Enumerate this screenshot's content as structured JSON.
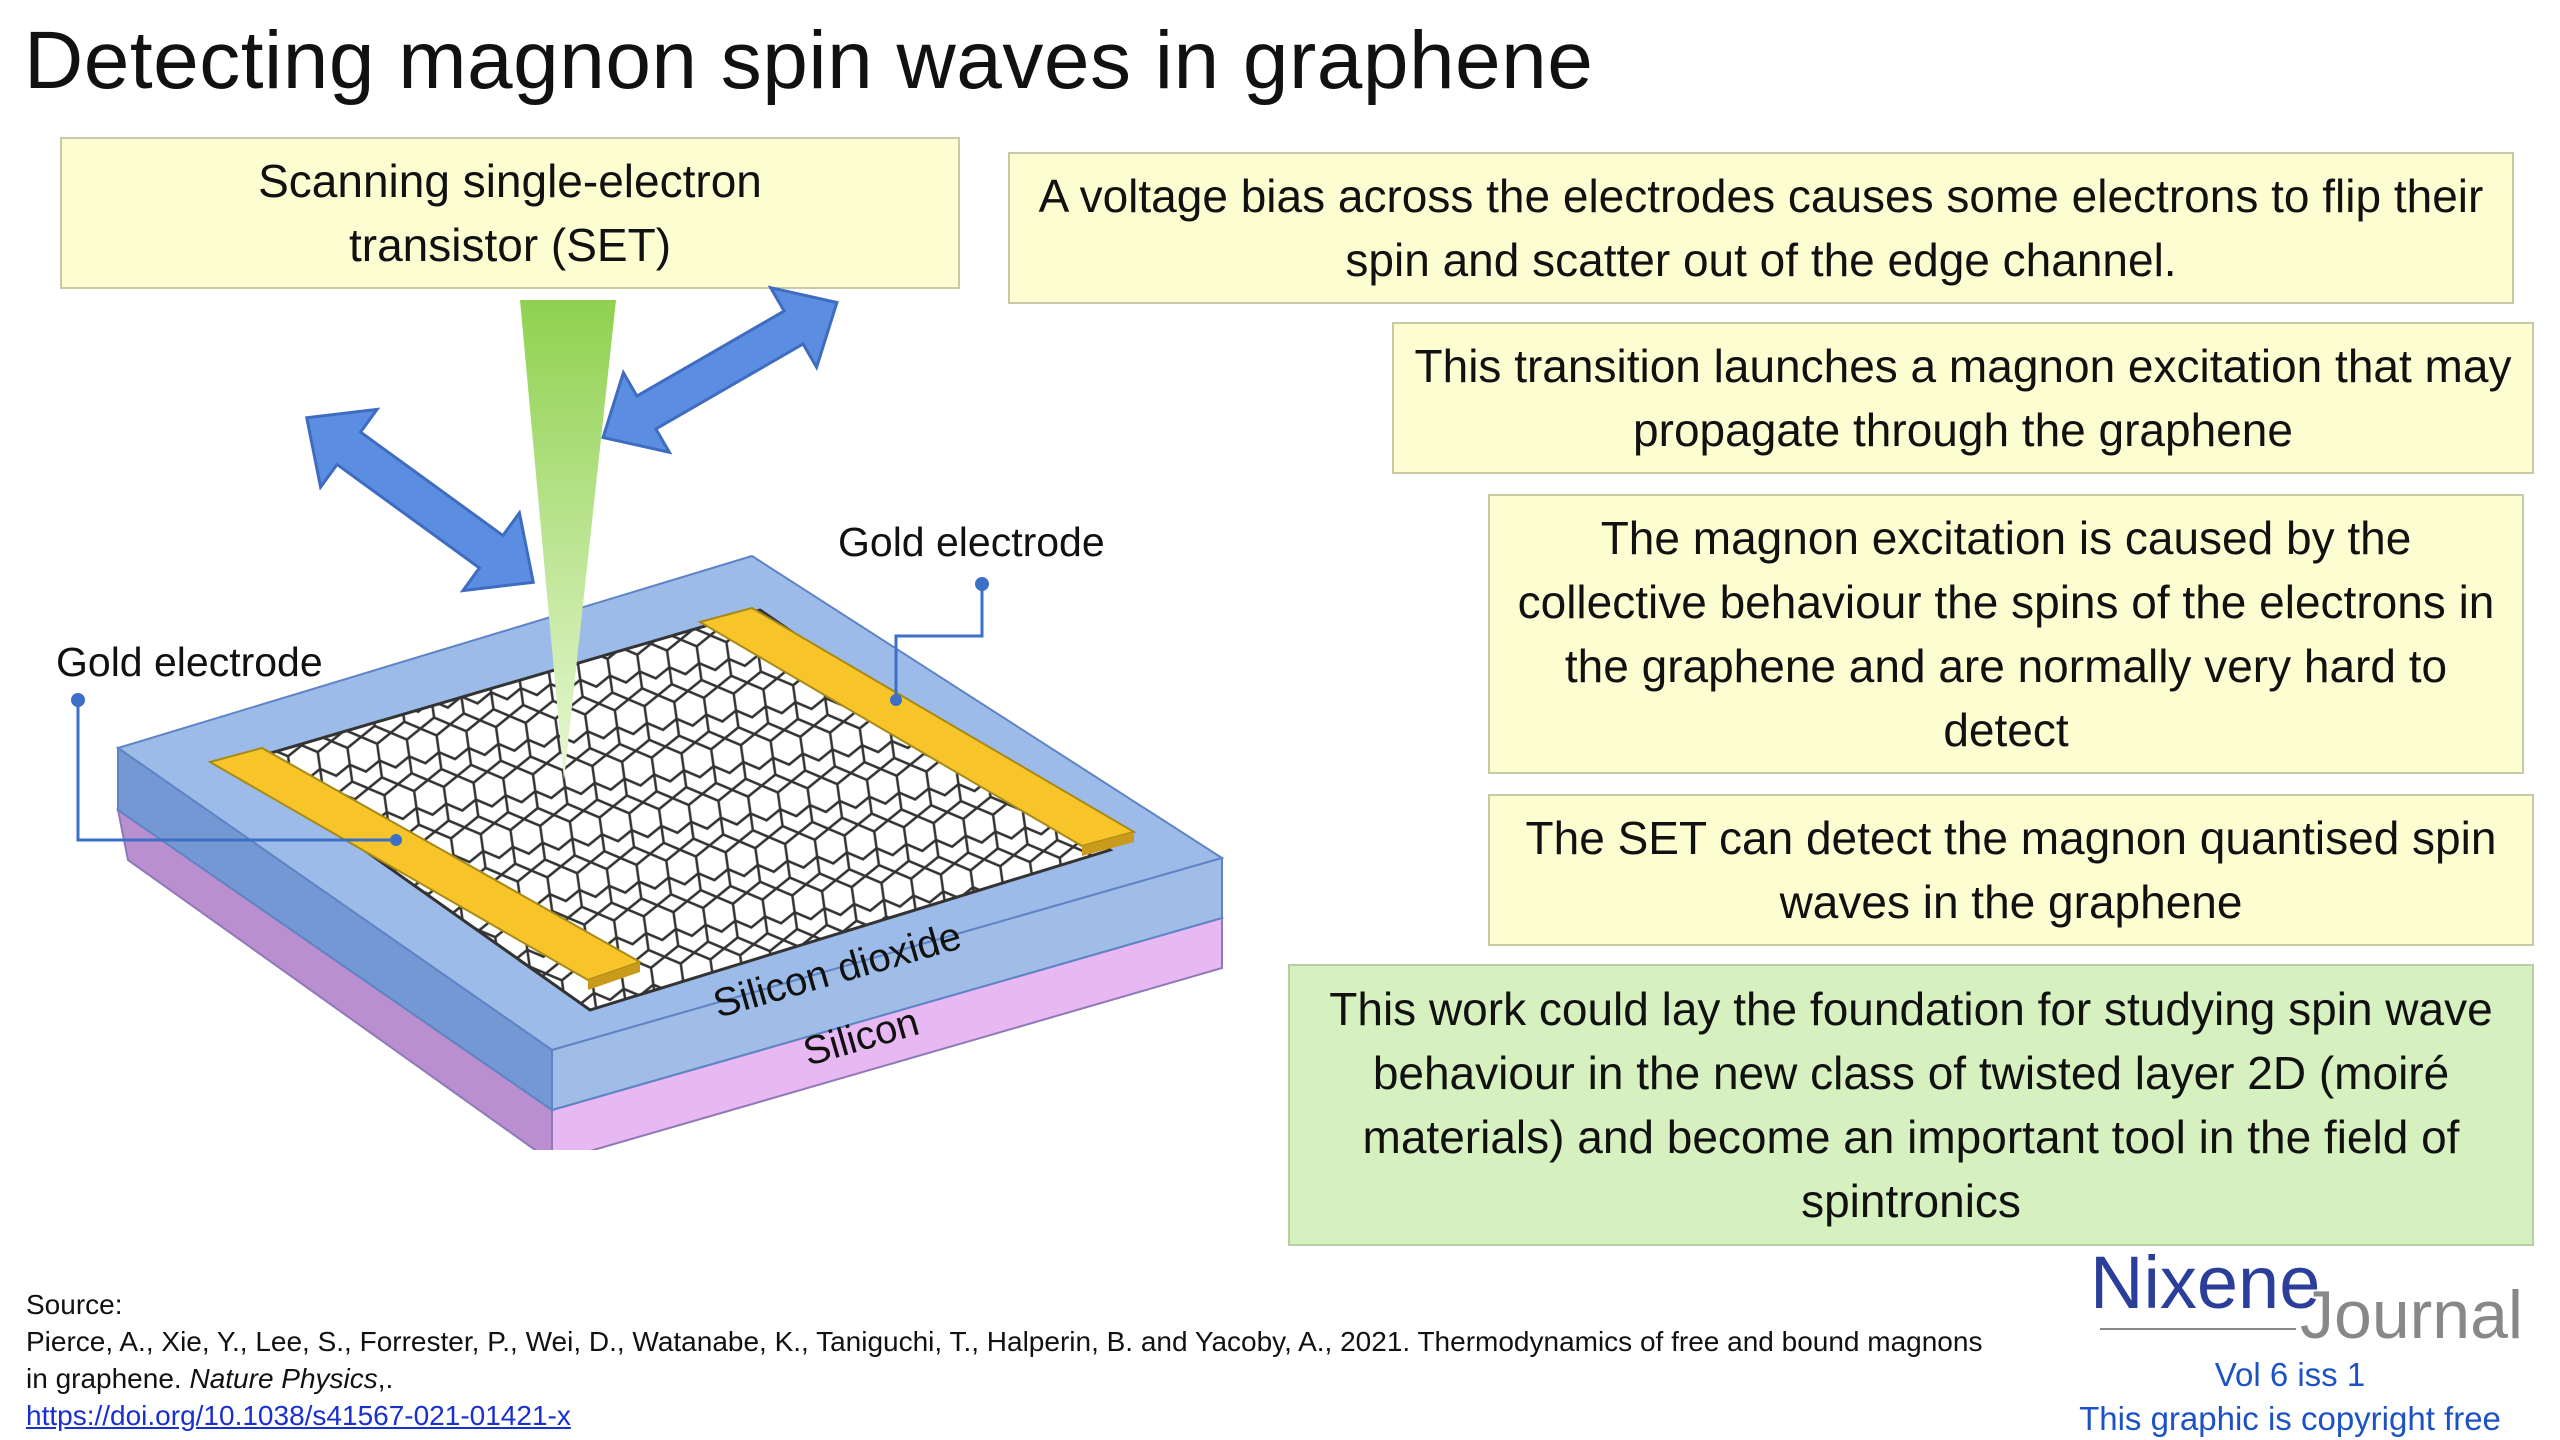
{
  "title": "Detecting magnon spin waves in graphene",
  "set_box": "Scanning single-electron transistor (SET)",
  "info_boxes": [
    "A voltage bias across the electrodes causes some electrons to flip their spin and scatter out of the edge channel.",
    "This transition launches a magnon excitation that may propagate through the graphene",
    "The magnon excitation is caused by the collective behaviour the spins of the electrons in the graphene and are normally very hard to detect",
    "The SET can detect the magnon quantised spin waves in the graphene"
  ],
  "conclusion_box": "This work could lay the foundation for studying spin wave behaviour in the new class of twisted layer 2D (moiré materials) and become an important tool in the field of spintronics",
  "diagram": {
    "label_gold_left": "Gold electrode",
    "label_gold_right": "Gold electrode",
    "label_sio2": "Silicon dioxide",
    "label_si": "Silicon"
  },
  "source": {
    "heading": "Source:",
    "citation_a": "Pierce, A., Xie, Y., Lee, S., Forrester, P., Wei, D., Watanabe, K., Taniguchi, T., Halperin, B. and Yacoby, A., 2021. Thermodynamics of free and bound magnons in graphene. ",
    "journal": "Nature Physics",
    "citation_b": ",.",
    "doi": "https://doi.org/10.1038/s41567-021-01421-x"
  },
  "logo": {
    "brand_a": "Nixene",
    "brand_b": "Journal",
    "volume": "Vol 6 iss 1",
    "copyright": "This graphic is copyright free"
  },
  "colors": {
    "box_yellow": "#fdfdd2",
    "box_green": "#d6f0c0",
    "arrow_blue": "#5b8ee0",
    "gold": "#f7c52a",
    "sio2": "#9dbbe8",
    "silicon": "#e6b3f2",
    "set_tip": "#8fd14f"
  }
}
